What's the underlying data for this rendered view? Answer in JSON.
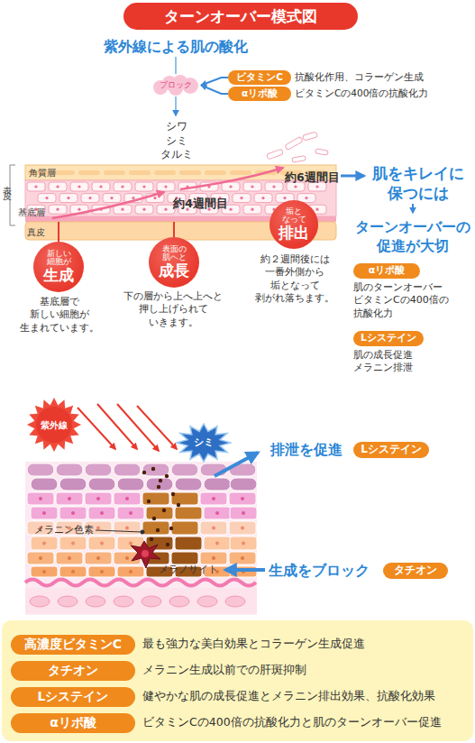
{
  "diagram": {
    "title": "ターンオーバー模式図",
    "nodes": [
      {
        "text": [
          "ブロック"
        ]
      },
      {
        "text": [
          "ビタミンC"
        ]
      },
      {
        "text": [
          "αリポ酸"
        ]
      },
      {
        "text": [
          "新しい 細胞が",
          "生成"
        ]
      },
      {
        "text": [
          "表面の 肌へと",
          "成長"
        ]
      },
      {
        "text": [
          "垢と なって",
          "排出"
        ]
      },
      {
        "text": [
          "αリポ酸"
        ]
      },
      {
        "text": [
          "Lシステイン"
        ]
      },
      {
        "text": [
          "紫外線"
        ]
      },
      {
        "text": [
          "シミ"
        ]
      },
      {
        "text": [
          "Lシステイン"
        ]
      },
      {
        "text": [
          "タチオン"
        ]
      },
      {
        "text": [
          "高濃度ビタミンC"
        ]
      },
      {
        "text": [
          "タチオン"
        ]
      },
      {
        "text": [
          "Lシステイン"
        ]
      },
      {
        "text": [
          "αリポ酸"
        ]
      }
    ],
    "edges": [
      {
        "from": 1,
        "to": 0,
        "arrow": "to"
      },
      {
        "from": 2,
        "to": 0,
        "arrow": "to"
      }
    ],
    "labels": [
      "紫外線による肌の酸化",
      "シワ シミ タルミ",
      "抗酸化作用、コラーゲン生成",
      "ビタミンCの400倍の抗酸化力",
      "表皮",
      "角質層",
      "基底層",
      "真皮",
      "約4週間目",
      "約6週間目",
      "基底層で 新しい細胞が 生まれています。",
      "下の層から上へ上へと 押し上げられて いきます。",
      "約２週間後には 一番外側から 垢となって 剥がれ落ちます。",
      "肌をキレイに 保つには",
      "ターンオーバーの 促進が大切",
      "肌のターンオーバー ビタミンCの400倍の 抗酸化力",
      "肌の成長促進 メラニン排泄",
      "排泄を促進",
      "メラニン色素",
      "メラノサイト",
      "生成をブロック",
      "最も強力な美白効果とコラーゲン生成促進",
      "メラニン生成以前での肝斑抑制",
      "健やかな肌の成長促進とメラニン排出効果、抗酸化効果",
      "ビタミンCの400倍の抗酸化力と肌のターンオーバー促進"
    ]
  }
}
